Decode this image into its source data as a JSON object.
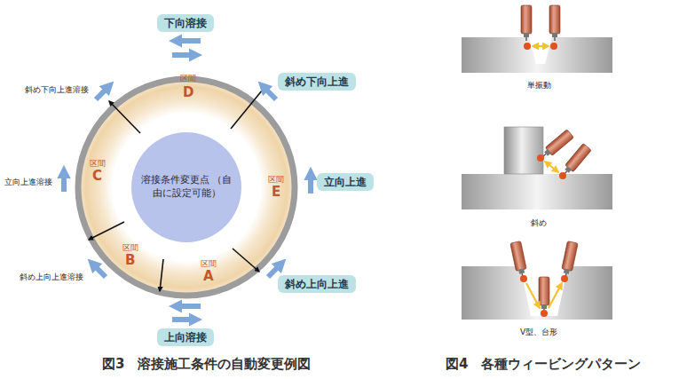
{
  "diagram": {
    "nodes": [
      {
        "text": [
          "下向溶接"
        ]
      },
      {
        "text": [
          "斜め下向上進"
        ]
      },
      {
        "text": [
          "溶接条件変更点 （自由に設定可能）"
        ]
      },
      {
        "text": [
          "立向上進"
        ]
      },
      {
        "text": [
          "斜め上向上進"
        ]
      },
      {
        "text": [
          "上向溶接"
        ]
      }
    ],
    "labels": [
      "区間",
      "D",
      "区間",
      "C",
      "区間",
      "E",
      "区間",
      "B",
      "区間",
      "A",
      "斜め下向上進溶接",
      "立向上進溶接",
      "斜め上向上進溶接",
      "単振動",
      "斜め",
      "V型、台形",
      "図3　溶接施工条件の自動変更例図",
      "図4　各種ウィービングパターン"
    ]
  }
}
